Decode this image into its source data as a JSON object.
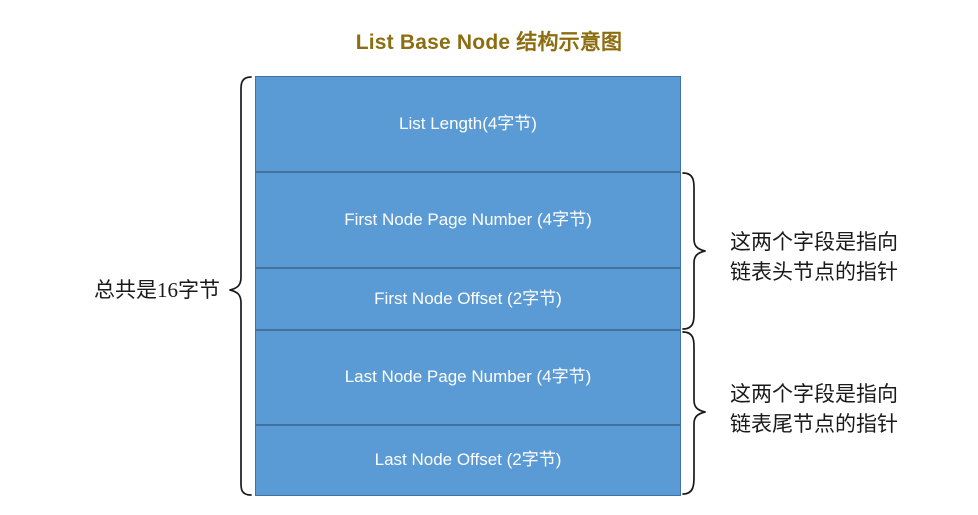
{
  "title": "List Base Node 结构示意图",
  "colors": {
    "title_text": "#8c6d10",
    "box_fill": "#5b9bd5",
    "box_border": "#41719c",
    "box_text": "#ffffff",
    "annotation_text": "#1a1a1a",
    "brace_stroke": "#1a1a1a",
    "background": "#ffffff"
  },
  "struct": {
    "fields": [
      {
        "label": "List Length(4字节)",
        "size_bytes": 4
      },
      {
        "label": "First Node Page Number (4字节)",
        "size_bytes": 4
      },
      {
        "label": "First Node Offset (2字节)",
        "size_bytes": 2
      },
      {
        "label": "Last Node Page Number (4字节)",
        "size_bytes": 4
      },
      {
        "label": "Last Node Offset (2字节)",
        "size_bytes": 2
      }
    ]
  },
  "annotations": {
    "total_size": "总共是16字节",
    "head_pointer": "这两个字段是指向\n链表头节点的指针",
    "tail_pointer": "这两个字段是指向\n链表尾节点的指针"
  }
}
